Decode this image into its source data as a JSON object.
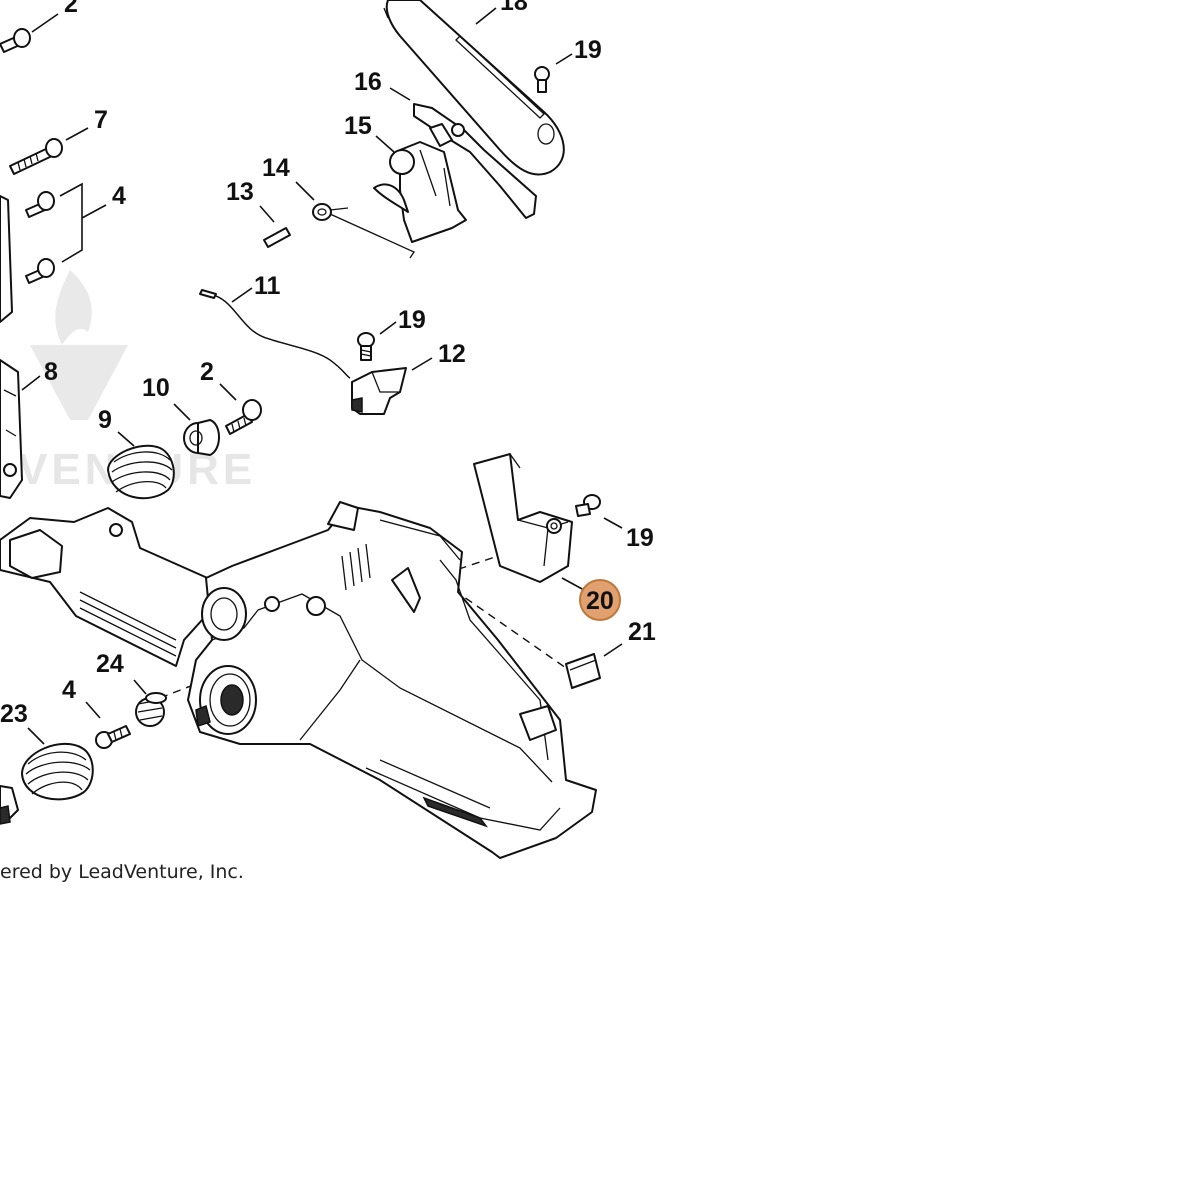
{
  "diagram": {
    "watermark_text": "VENTURE",
    "credit_text": "ered by LeadVenture, Inc.",
    "highlight_color": "#e0a070",
    "highlight_stroke": "#c07838",
    "callouts": {
      "c2_top": "2",
      "c18": "18",
      "c19_top": "19",
      "c16": "16",
      "c15": "15",
      "c7": "7",
      "c4_top": "4",
      "c14": "14",
      "c13": "13",
      "c11": "11",
      "c19_mid": "19",
      "c12": "12",
      "c8": "8",
      "c10": "10",
      "c2_mid": "2",
      "c9": "9",
      "c19_right": "19",
      "c20": "20",
      "c21": "21",
      "c24": "24",
      "c4_bottom": "4",
      "c23": "23"
    }
  }
}
